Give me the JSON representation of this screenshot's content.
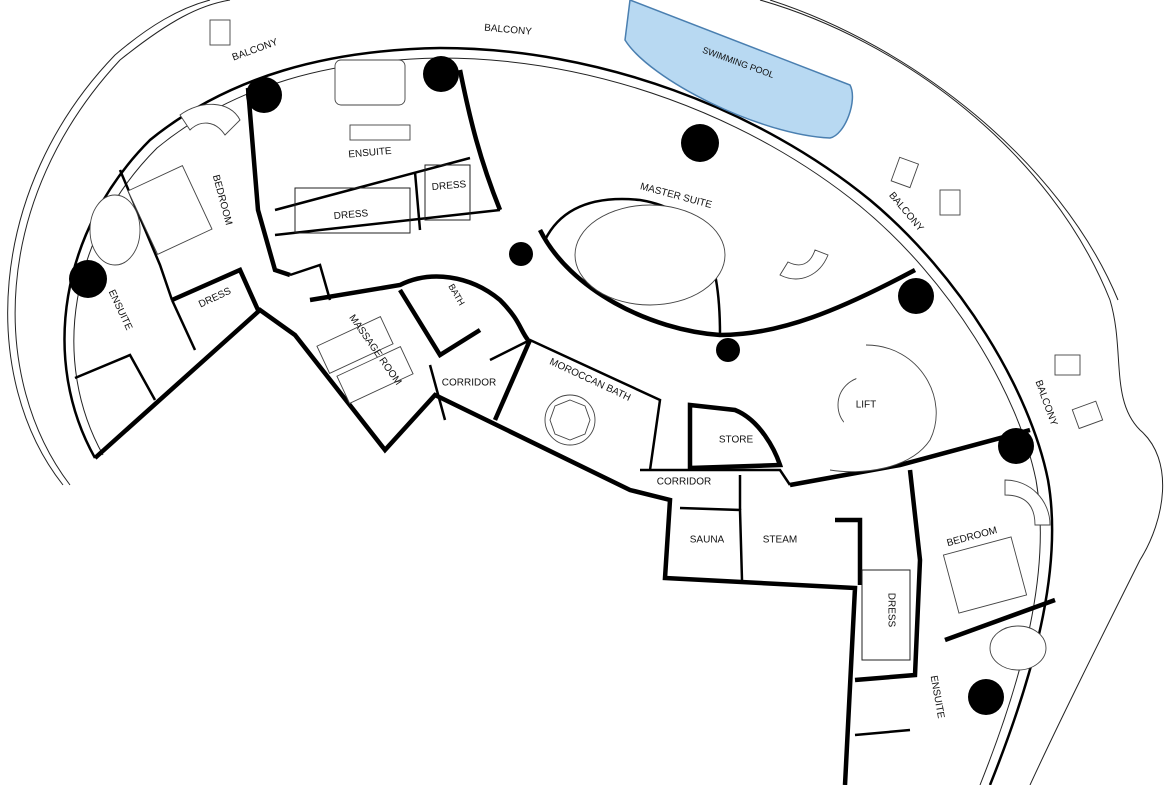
{
  "plan": {
    "labels": {
      "balcony_top_left": "BALCONY",
      "balcony_top": "BALCONY",
      "swimming_pool": "SWIMMING POOL",
      "master_suite": "MASTER SUITE",
      "balcony_right": "BALCONY",
      "balcony_far_right": "BALCONY",
      "ensuite_top": "ENSUITE",
      "dress_top_right": "DRESS",
      "dress_top_left": "DRESS",
      "bedroom_left": "BEDROOM",
      "ensuite_left": "ENSUITE",
      "dress_left": "DRESS",
      "bath": "BATH",
      "massage_room": "MASSAGE ROOM",
      "corridor_left": "CORRIDOR",
      "moroccan_bath": "MOROCCAN BATH",
      "lift": "LIFT",
      "store": "STORE",
      "corridor_right": "CORRIDOR",
      "sauna": "SAUNA",
      "steam": "STEAM",
      "bedroom_right": "BEDROOM",
      "dress_right": "DRESS",
      "ensuite_right": "ENSUITE"
    },
    "colors": {
      "pool_fill": "#b8d9f2",
      "pool_stroke": "#4a7fb0",
      "walls": "#000000"
    }
  }
}
